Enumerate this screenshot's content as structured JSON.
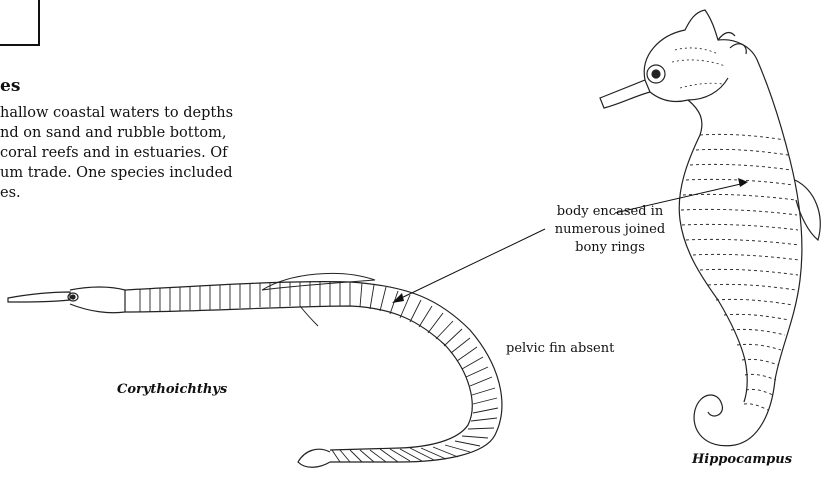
{
  "page": {
    "heading_fragment": "es",
    "paragraph_lines": [
      "hallow coastal waters to depths",
      "nd on sand and rubble bottom,",
      " coral reefs and in estuaries. Of",
      "um trade. One species included",
      "es."
    ]
  },
  "figure": {
    "label_body_rings": [
      "body encased in",
      "numerous joined",
      "bony rings"
    ],
    "label_pelvic": "pelvic fin absent",
    "caption_pipefish": "Corythoichthys",
    "caption_seahorse": "Hippocampus"
  }
}
